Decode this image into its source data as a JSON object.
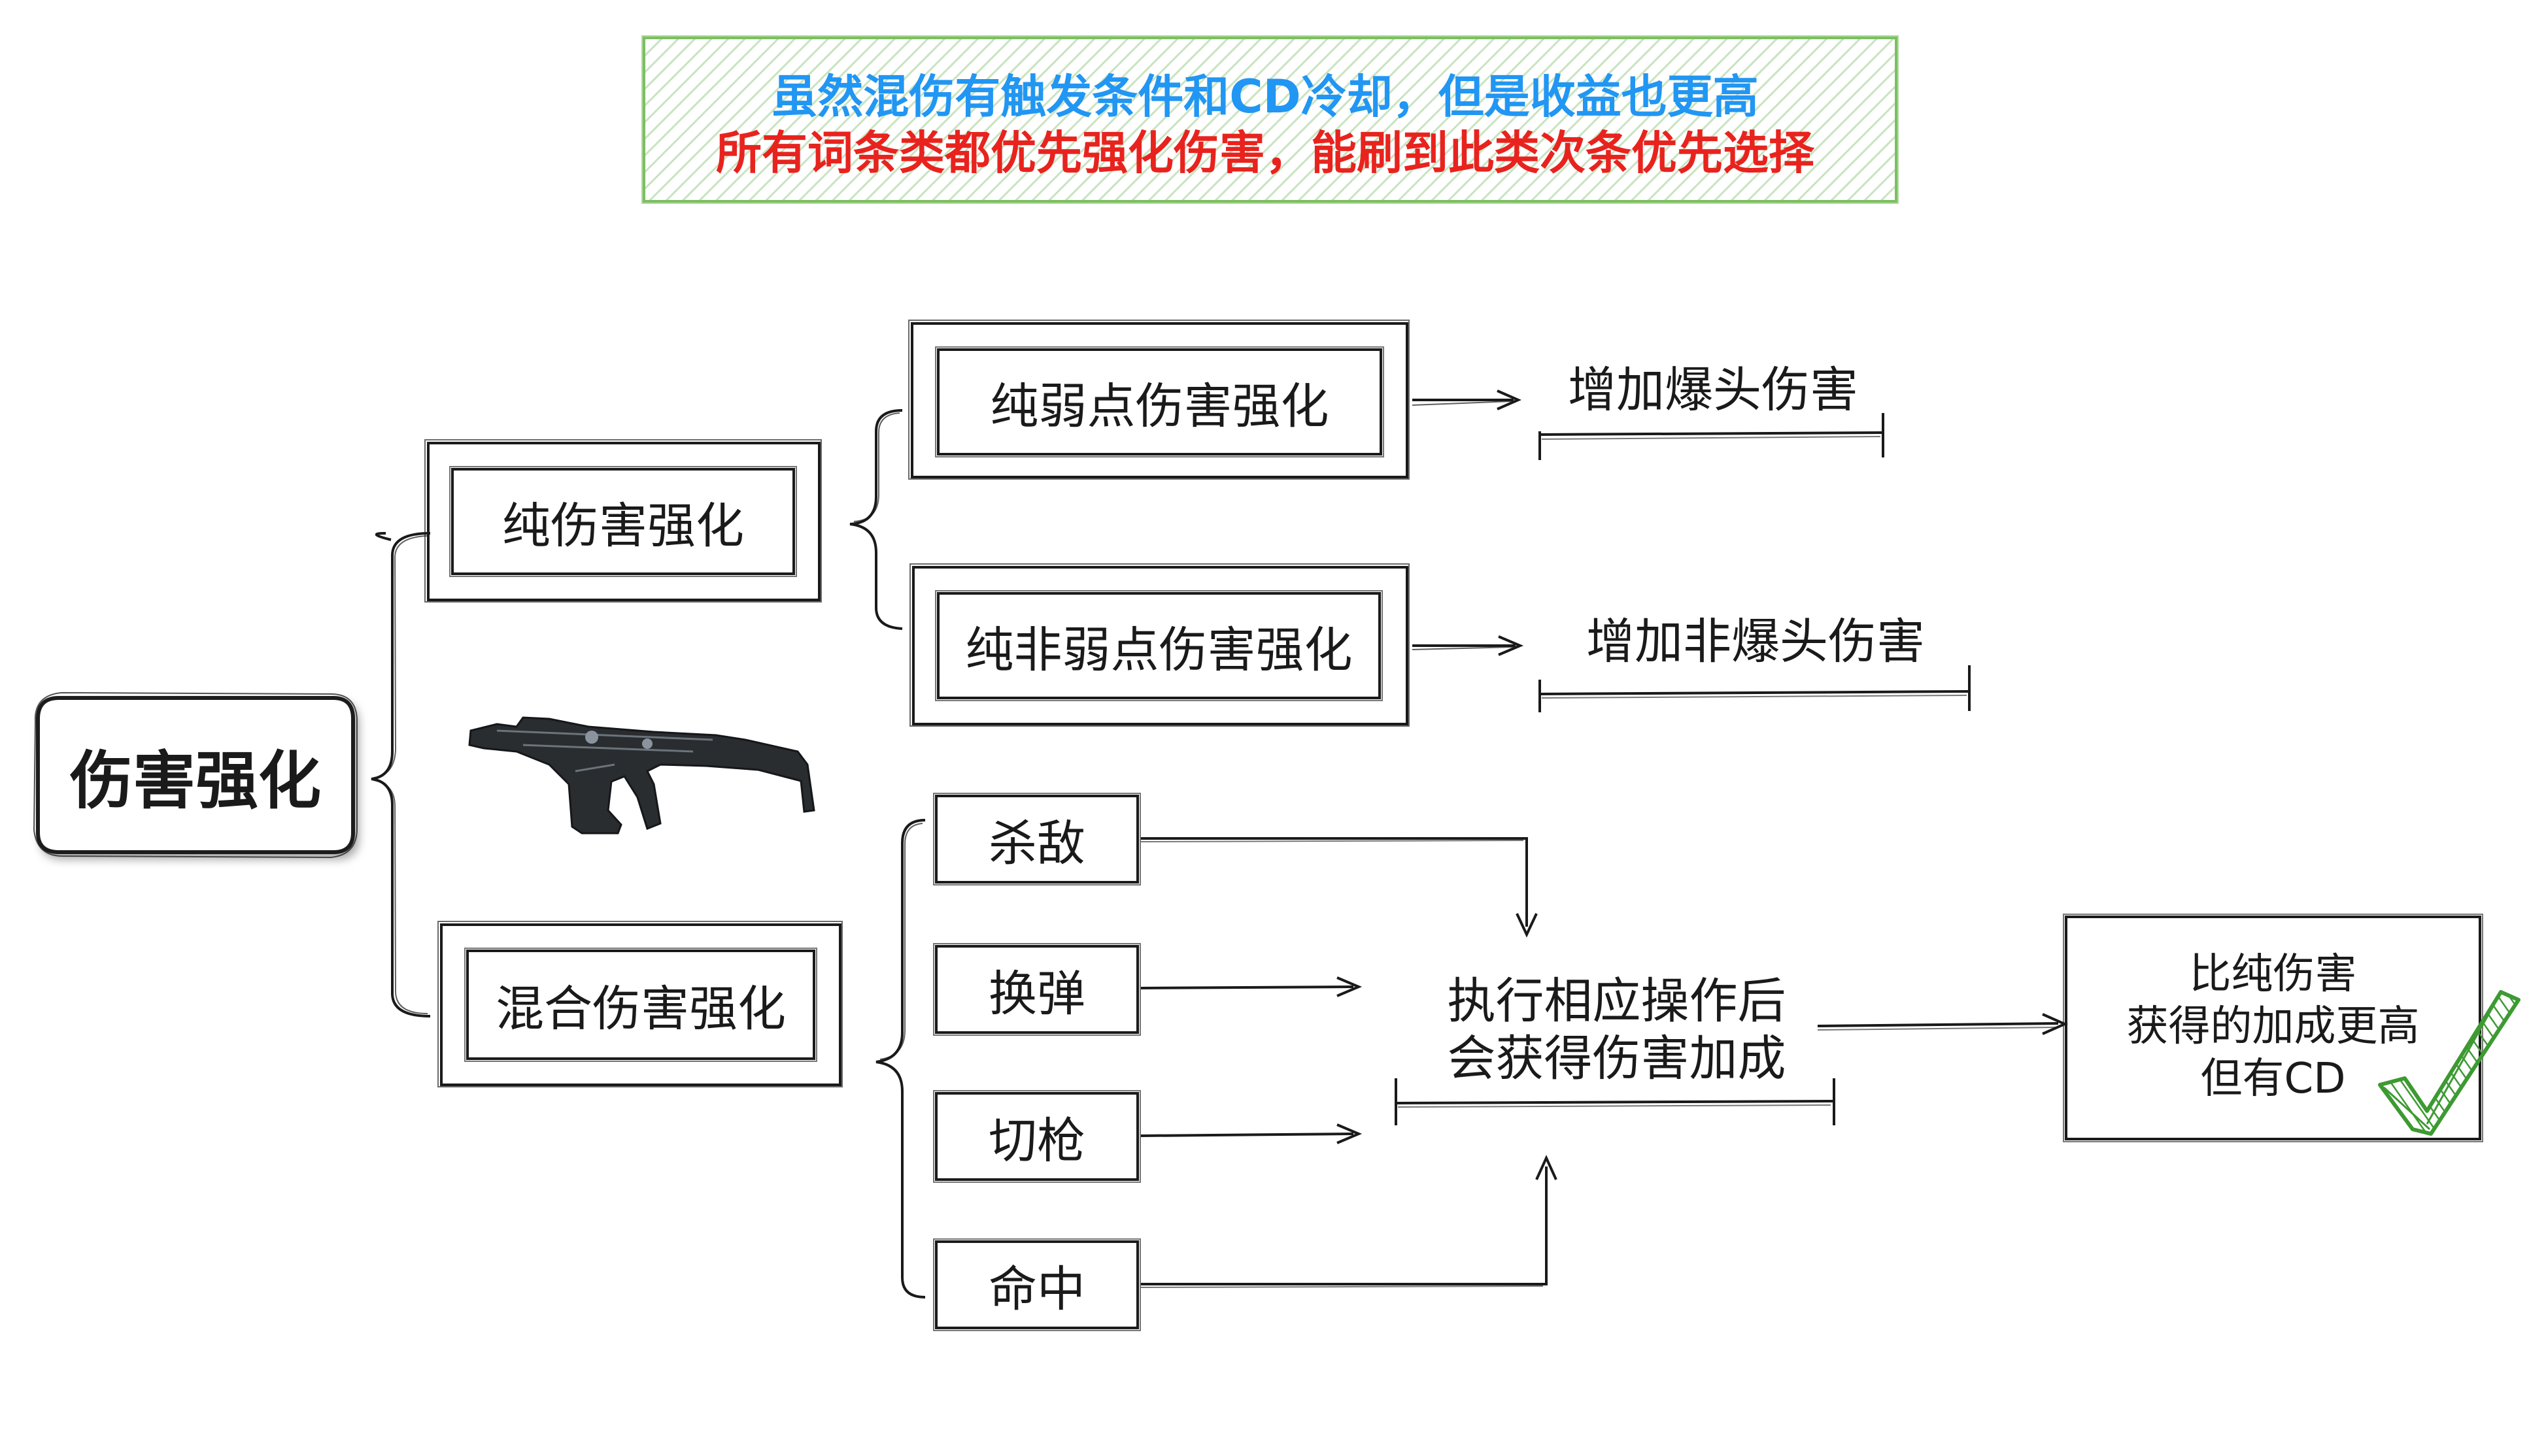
{
  "banner": {
    "line1": "虽然混伤有触发条件和CD冷却，但是收益也更高",
    "line2": "所有词条类都优先强化伤害，能刷到此类次条优先选择",
    "line1_color": "#2196f3",
    "line2_color": "#e8231e",
    "border_color": "#7cbf62"
  },
  "root": {
    "label": "伤害强化"
  },
  "branches": {
    "pure": {
      "label": "纯伤害强化",
      "children": [
        {
          "label": "纯弱点伤害强化",
          "effect": "增加爆头伤害"
        },
        {
          "label": "纯非弱点伤害强化",
          "effect": "增加非爆头伤害"
        }
      ]
    },
    "mixed": {
      "label": "混合伤害强化",
      "triggers": [
        "杀敌",
        "换弹",
        "切枪",
        "命中"
      ],
      "result": {
        "line1": "执行相应操作后",
        "line2": "会获得伤害加成"
      },
      "note": {
        "line1": "比纯伤害",
        "line2": "获得的加成更高",
        "line3": "但有CD"
      }
    }
  },
  "image": {
    "icon": "rifle-icon"
  },
  "check": {
    "icon": "check-icon",
    "color": "#3d9a32"
  }
}
